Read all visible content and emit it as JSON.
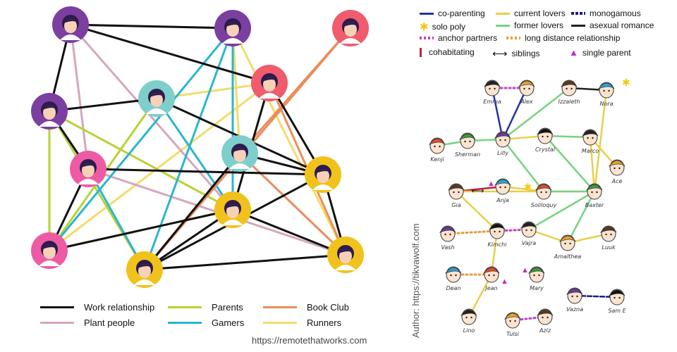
{
  "left_legend": {
    "work": "Work relationship",
    "plant": "Plant people",
    "parents": "Parents",
    "gamers": "Gamers",
    "book": "Book Club",
    "runners": "Runners"
  },
  "colors": {
    "work": "#111111",
    "plant": "#d5a6bd",
    "parents": "#b9d232",
    "gamers": "#29b6d0",
    "book": "#e98e5a",
    "runners": "#f2dc6a",
    "purple": "#7b3fa0",
    "pink": "#ef5aa5",
    "teal": "#7ecfcb",
    "coral": "#f05b6d",
    "yellow": "#f1c21b"
  },
  "credit": "https://remotethatworks.com",
  "author": "Author: https://tikvawolf.com",
  "right_legend": {
    "coparenting": "co-parenting",
    "current_lovers": "current lovers",
    "monogamous": "monogamous",
    "solo_poly": "solo poly",
    "former_lovers": "former lovers",
    "asexual": "asexual romance",
    "anchor": "anchor partners",
    "long_distance": "long distance relationship",
    "cohabitating": "cohabitating",
    "siblings": "siblings",
    "single_parent": "single parent"
  },
  "characters": [
    "Emma",
    "Alex",
    "Izzaleth",
    "Nora",
    "Kenji",
    "Sherman",
    "Lilly",
    "Crystal",
    "Marco",
    "Ace",
    "Gia",
    "Anja",
    "Soliloquy",
    "Baxter",
    "Vash",
    "Kimchi",
    "Vajra",
    "Amalthea",
    "Luuk",
    "Dean",
    "Jean",
    "Mary",
    "Vazna",
    "Sam E",
    "Lino",
    "Tulsi",
    "Aziz"
  ]
}
